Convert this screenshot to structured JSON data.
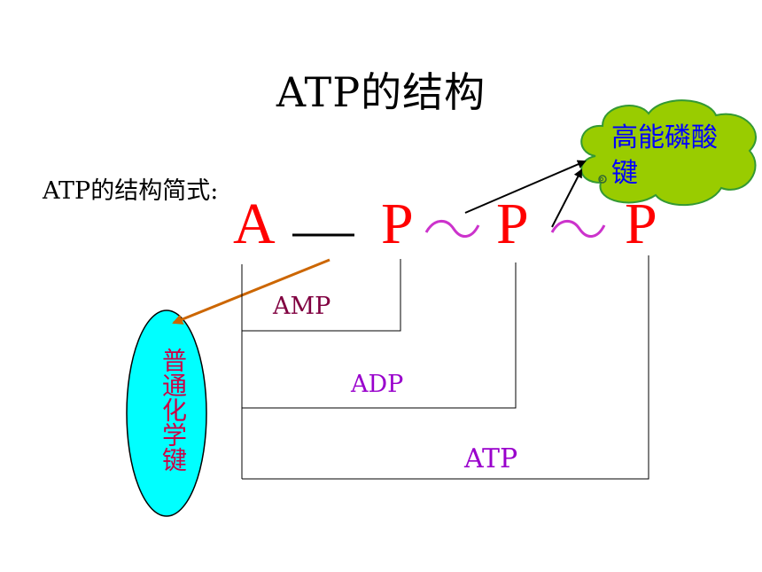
{
  "title": "ATP的结构",
  "subtitle": "ATP的结构简式:",
  "formula": {
    "a": "A",
    "p1": "P",
    "p2": "P",
    "p3": "P"
  },
  "brackets": {
    "amp": "AMP",
    "adp": "ADP",
    "atp": "ATP"
  },
  "callouts": {
    "high_energy_bond": "高能磷酸键",
    "ordinary_bond": "普通化学键"
  },
  "colors": {
    "phosphate": "#ff0000",
    "tilde": "#cc33cc",
    "cloud_fill": "#99cc00",
    "ellipse_fill": "#00ffff",
    "arrow_orange": "#cc6600"
  }
}
